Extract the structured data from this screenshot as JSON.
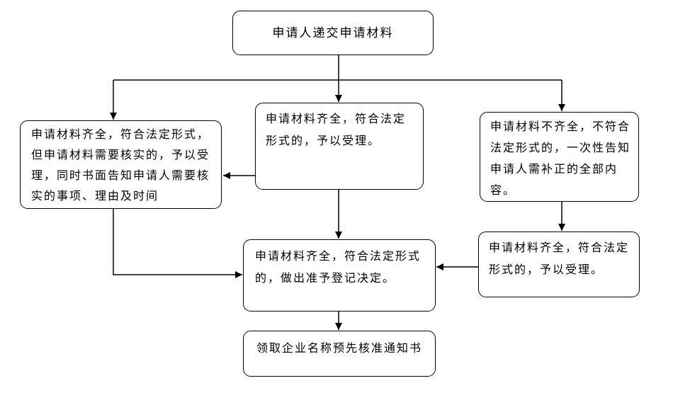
{
  "diagram": {
    "type": "flowchart",
    "colors": {
      "background": "#ffffff",
      "node_fill": "#ffffff",
      "node_border": "#000000",
      "text": "#000000",
      "connector": "#000000"
    },
    "nodes": {
      "start": {
        "label": "申请人递交申请材料"
      },
      "accept_with_verification": {
        "label": "申请材料齐全，符合法定形式，但申请材料需要核实的，予以受理，同时书面告知申请人需要核实的事项、理由及时间"
      },
      "accept": {
        "label": "申请材料齐全，符合法定形式的，予以受理。"
      },
      "incomplete_notice": {
        "label": "申请材料不齐全，不符合法定形式的，一次性告知申请人需补正的全部内容。"
      },
      "accept_after_correction": {
        "label": "申请材料齐全，符合法定形式的，予以受理。"
      },
      "approval_decision": {
        "label": "申请材料齐全，符合法定形式的，做出准予登记决定。"
      },
      "end": {
        "label": "领取企业名称预先核准通知书"
      }
    },
    "edges": [
      {
        "from": "start",
        "to": "accept_with_verification"
      },
      {
        "from": "start",
        "to": "accept"
      },
      {
        "from": "start",
        "to": "incomplete_notice"
      },
      {
        "from": "accept",
        "to": "accept_with_verification"
      },
      {
        "from": "accept",
        "to": "approval_decision"
      },
      {
        "from": "incomplete_notice",
        "to": "accept_after_correction"
      },
      {
        "from": "accept_with_verification",
        "to": "approval_decision"
      },
      {
        "from": "accept_after_correction",
        "to": "approval_decision"
      },
      {
        "from": "approval_decision",
        "to": "end"
      }
    ]
  }
}
